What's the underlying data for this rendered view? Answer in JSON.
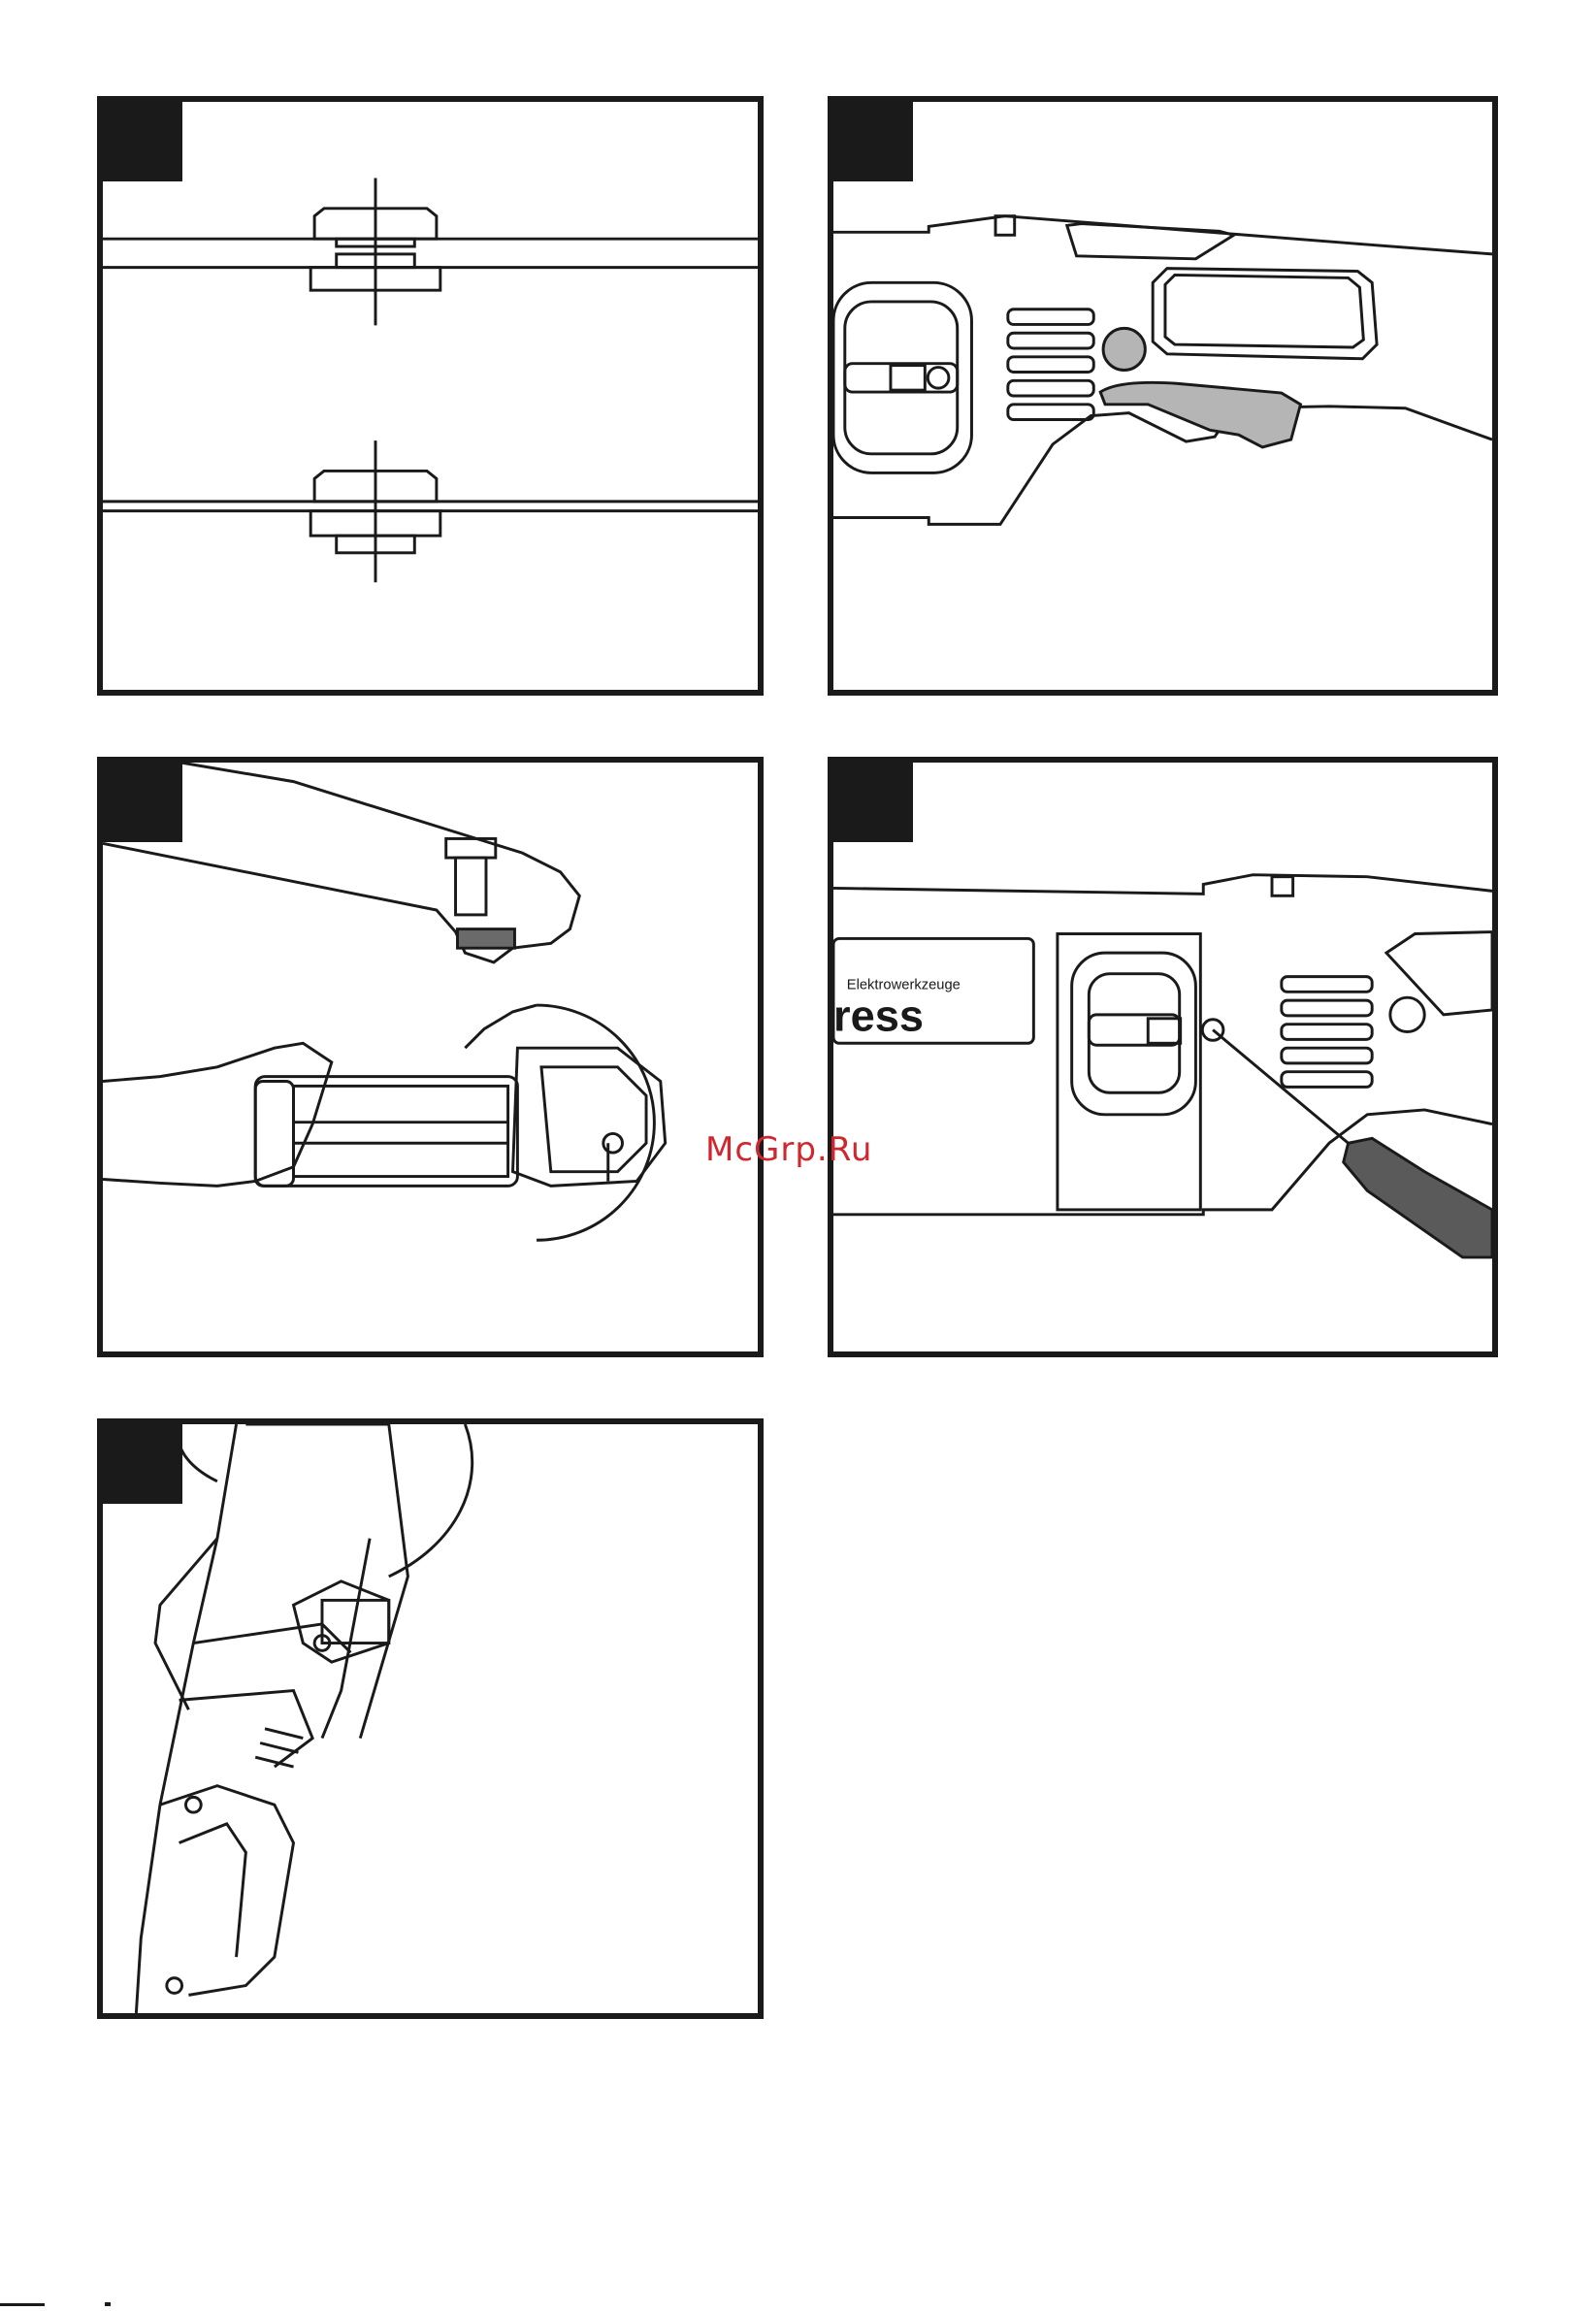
{
  "page": {
    "background": "#ffffff",
    "line_color": "#1a1a1a",
    "fill_gray": "#b5b5b5"
  },
  "figures": [
    {
      "id": "fig-a",
      "icon": "flange-assembly-icon"
    },
    {
      "id": "fig-b",
      "icon": "grinder-trigger-icon"
    },
    {
      "id": "fig-c",
      "icon": "grinder-two-hand-hold-icon"
    },
    {
      "id": "fig-d",
      "icon": "speed-adjust-screwdriver-icon"
    },
    {
      "id": "fig-e",
      "icon": "carbon-brush-housing-icon"
    }
  ],
  "labels": {
    "brand_tagline": "Elektrowerkzeuge",
    "brand_name": "ress"
  },
  "watermark": {
    "text": "McGrp.Ru",
    "color": "#d0262d"
  }
}
